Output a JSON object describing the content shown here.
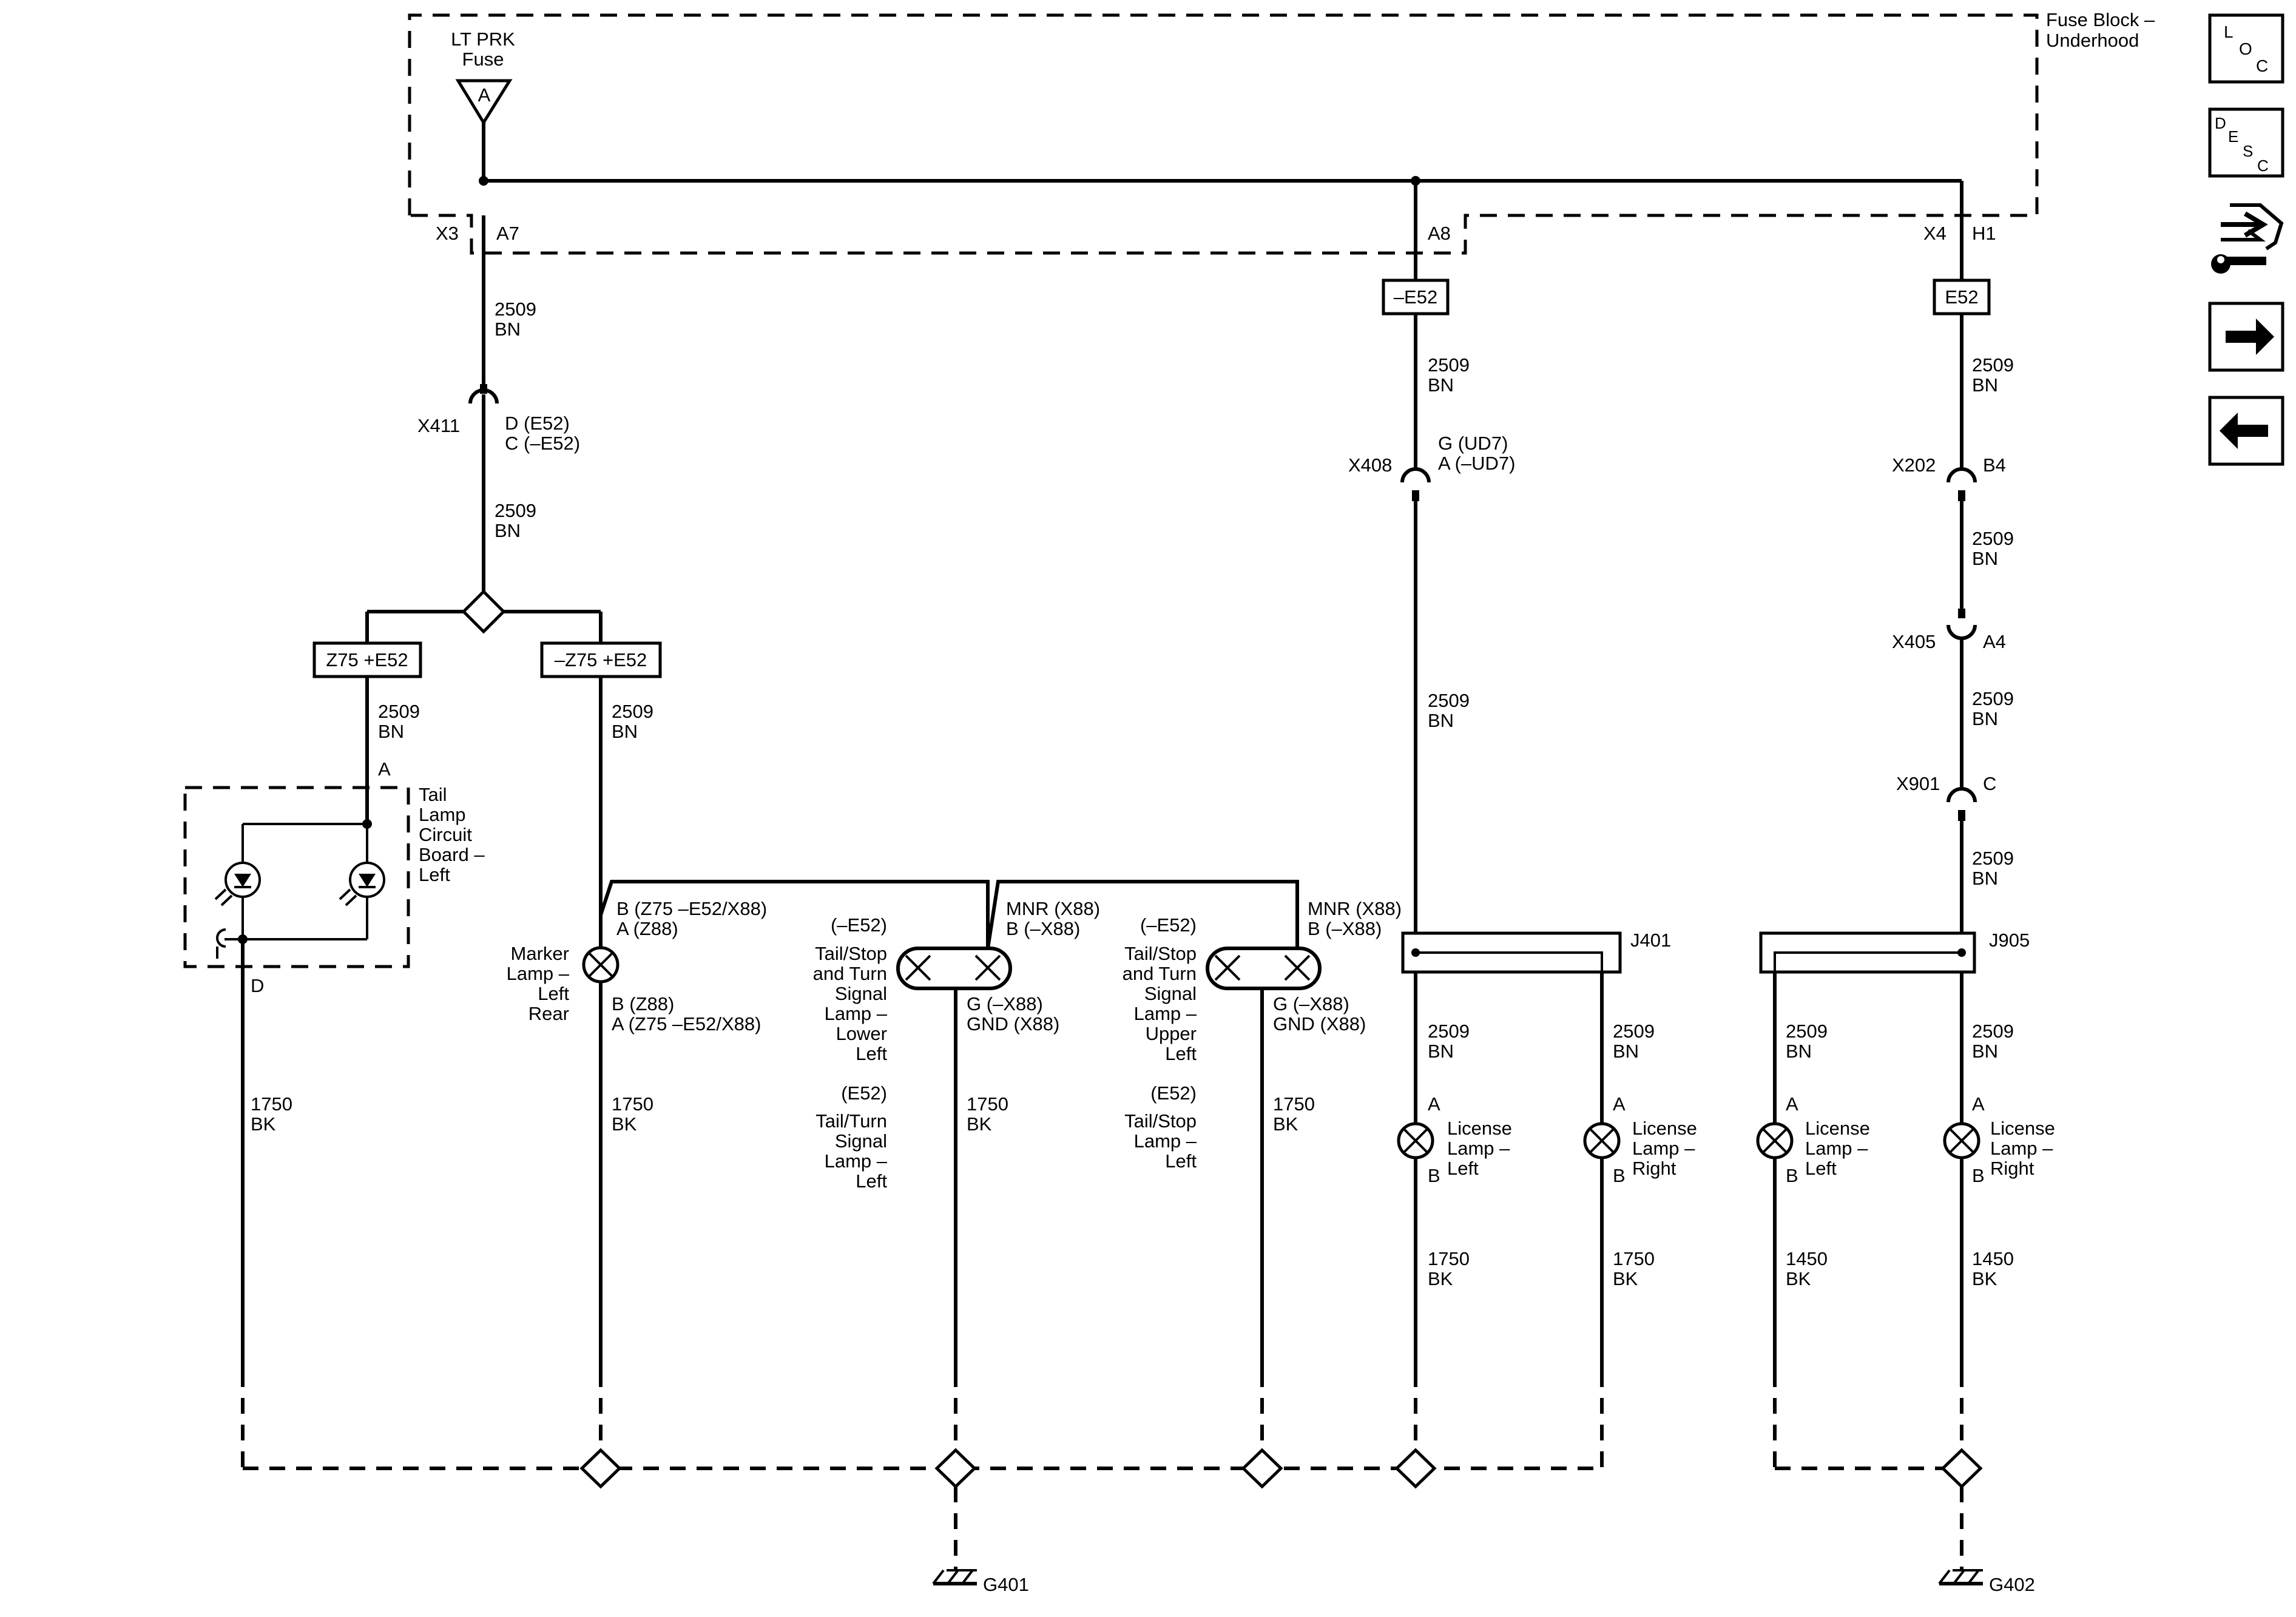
{
  "fuse_block": {
    "title_line1": "Fuse Block –",
    "title_line2": "Underhood",
    "fuse_line1": "LT PRK",
    "fuse_line2": "Fuse",
    "fuse_terminal": "A",
    "conn_x3": "X3",
    "pin_a7": "A7",
    "pin_a8": "A8",
    "conn_x4": "X4",
    "pin_h1": "H1"
  },
  "option_boxes": {
    "neg_e52": "–E52",
    "e52": "E52",
    "z75_e52": "Z75 +E52",
    "neg_z75_e52": "–Z75 +E52"
  },
  "wire_2509": {
    "circuit": "2509",
    "color": "BN"
  },
  "wire_1750": {
    "circuit": "1750",
    "color": "BK"
  },
  "wire_1450": {
    "circuit": "1450",
    "color": "BK"
  },
  "connectors": {
    "x411": {
      "name": "X411",
      "line1": "D (E52)",
      "line2": "C (–E52)"
    },
    "x408": {
      "name": "X408",
      "line1": "G (UD7)",
      "line2": "A (–UD7)"
    },
    "x202": {
      "name": "X202",
      "pin": "B4"
    },
    "x405": {
      "name": "X405",
      "pin": "A4"
    },
    "x901": {
      "name": "X901",
      "pin": "C"
    }
  },
  "splices": {
    "j401": "J401",
    "j905": "J905"
  },
  "tail_board": {
    "pin_a": "A",
    "pin_d": "D",
    "label": [
      "Tail",
      "Lamp",
      "Circuit",
      "Board –",
      "Left"
    ]
  },
  "marker_lamp": {
    "label": [
      "Marker",
      "Lamp –",
      "Left",
      "Rear"
    ],
    "top1": "B (Z75 –E52/X88)",
    "top2": "A (Z88)",
    "bot1": "B (Z88)",
    "bot2": "A (Z75 –E52/X88)"
  },
  "lower_lamp": {
    "top1": "MNR (X88)",
    "top2": "B (–X88)",
    "bot1": "G (–X88)",
    "bot2": "GND (X88)",
    "opt1": "(–E52)",
    "label1": [
      "Tail/Stop",
      "and Turn",
      "Signal",
      "Lamp –",
      "Lower",
      "Left"
    ],
    "opt2": "(E52)",
    "label2": [
      "Tail/Turn",
      "Signal",
      "Lamp –",
      "Left"
    ]
  },
  "upper_lamp": {
    "top1": "MNR (X88)",
    "top2": "B (–X88)",
    "bot1": "G (–X88)",
    "bot2": "GND (X88)",
    "opt1": "(–E52)",
    "label1": [
      "Tail/Stop",
      "and Turn",
      "Signal",
      "Lamp –",
      "Upper",
      "Left"
    ],
    "opt2": "(E52)",
    "label2": [
      "Tail/Stop",
      "Lamp –",
      "Left"
    ]
  },
  "license_lamps": {
    "pin_a": "A",
    "pin_b": "B",
    "left": [
      "License",
      "Lamp –",
      "Left"
    ],
    "right": [
      "License",
      "Lamp –",
      "Right"
    ]
  },
  "grounds": {
    "g401": "G401",
    "g402": "G402"
  },
  "nav": {
    "loc": {
      "l": "L",
      "o": "O",
      "c": "C"
    },
    "desc": {
      "d": "D",
      "e": "E",
      "s": "S",
      "c": "C"
    },
    "icons": [
      "location-icon",
      "description-icon",
      "connector-tool-icon",
      "next-arrow-icon",
      "previous-arrow-icon"
    ]
  }
}
